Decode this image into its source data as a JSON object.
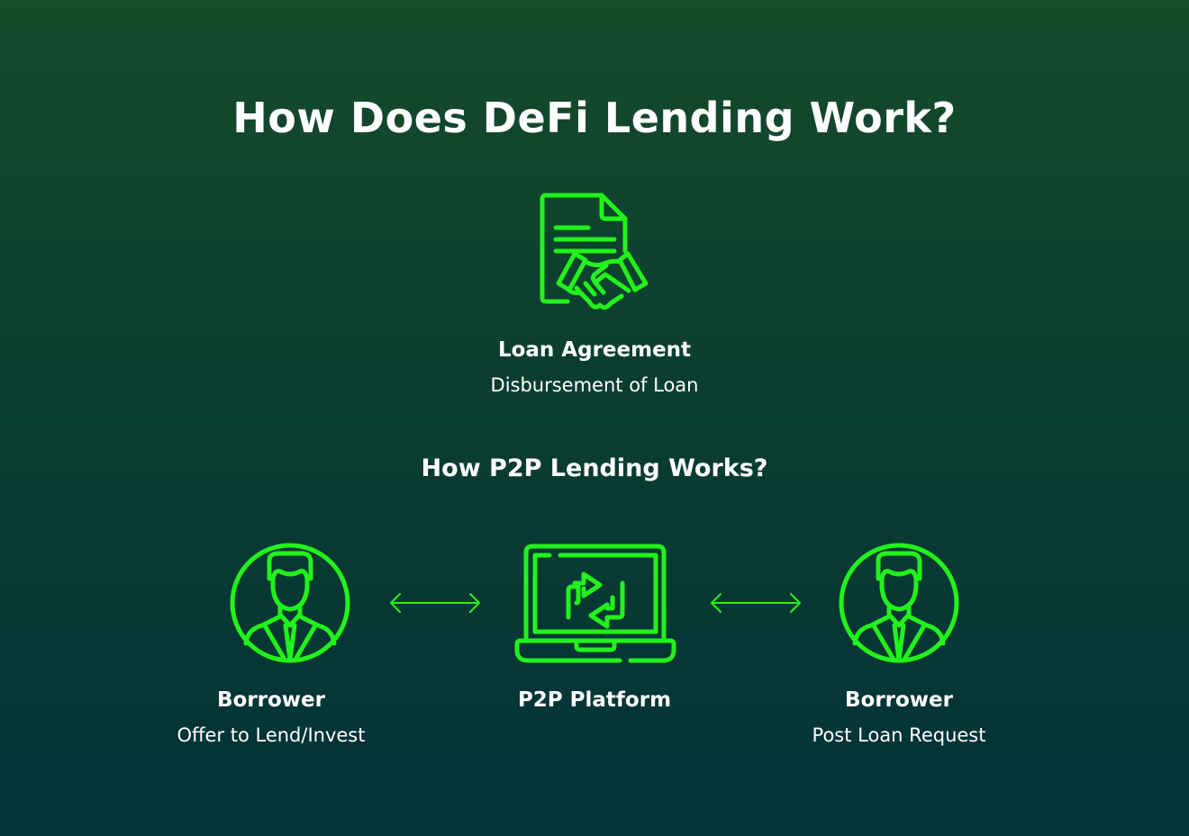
{
  "title": "How Does DeFi Lending Work?",
  "loan": {
    "label": "Loan Agreement",
    "sub": "Disbursement of Loan",
    "icon": "contract-handshake-icon"
  },
  "p2p_title": "How P2P Lending Works?",
  "nodes": [
    {
      "label": "Borrower",
      "sub": "Offer to Lend/Invest",
      "icon": "person-icon"
    },
    {
      "label": "P2P Platform",
      "icon": "laptop-exchange-icon"
    },
    {
      "label": "Borrower",
      "sub": "Post Loan Request",
      "icon": "person-icon"
    }
  ],
  "colors": {
    "accent": "#22f21c",
    "bg_top": "#164b2b",
    "bg_bottom": "#033238"
  }
}
